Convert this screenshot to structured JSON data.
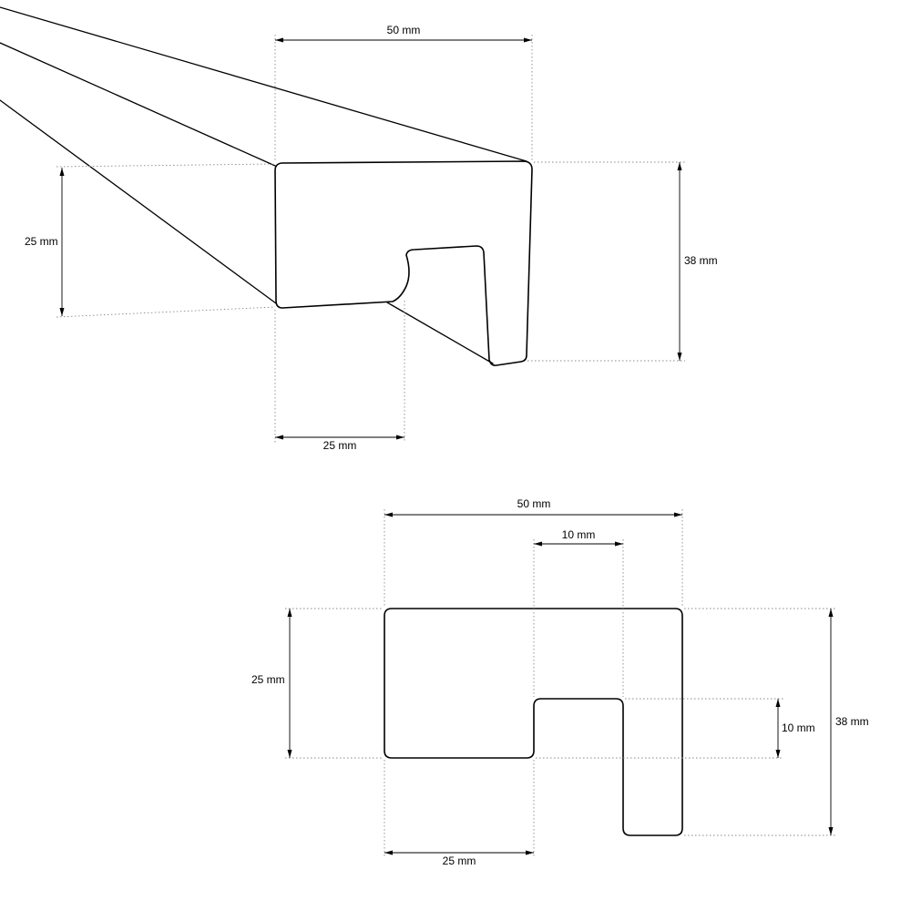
{
  "perspective_view": {
    "dim_top_width": "50 mm",
    "dim_left_height": "25 mm",
    "dim_right_height": "38 mm",
    "dim_bottom_width": "25 mm"
  },
  "section_view": {
    "dim_top_width": "50 mm",
    "dim_slot_width": "10 mm",
    "dim_left_height": "25 mm",
    "dim_slot_depth": "10 mm",
    "dim_right_height": "38 mm",
    "dim_bottom_width": "25 mm"
  }
}
